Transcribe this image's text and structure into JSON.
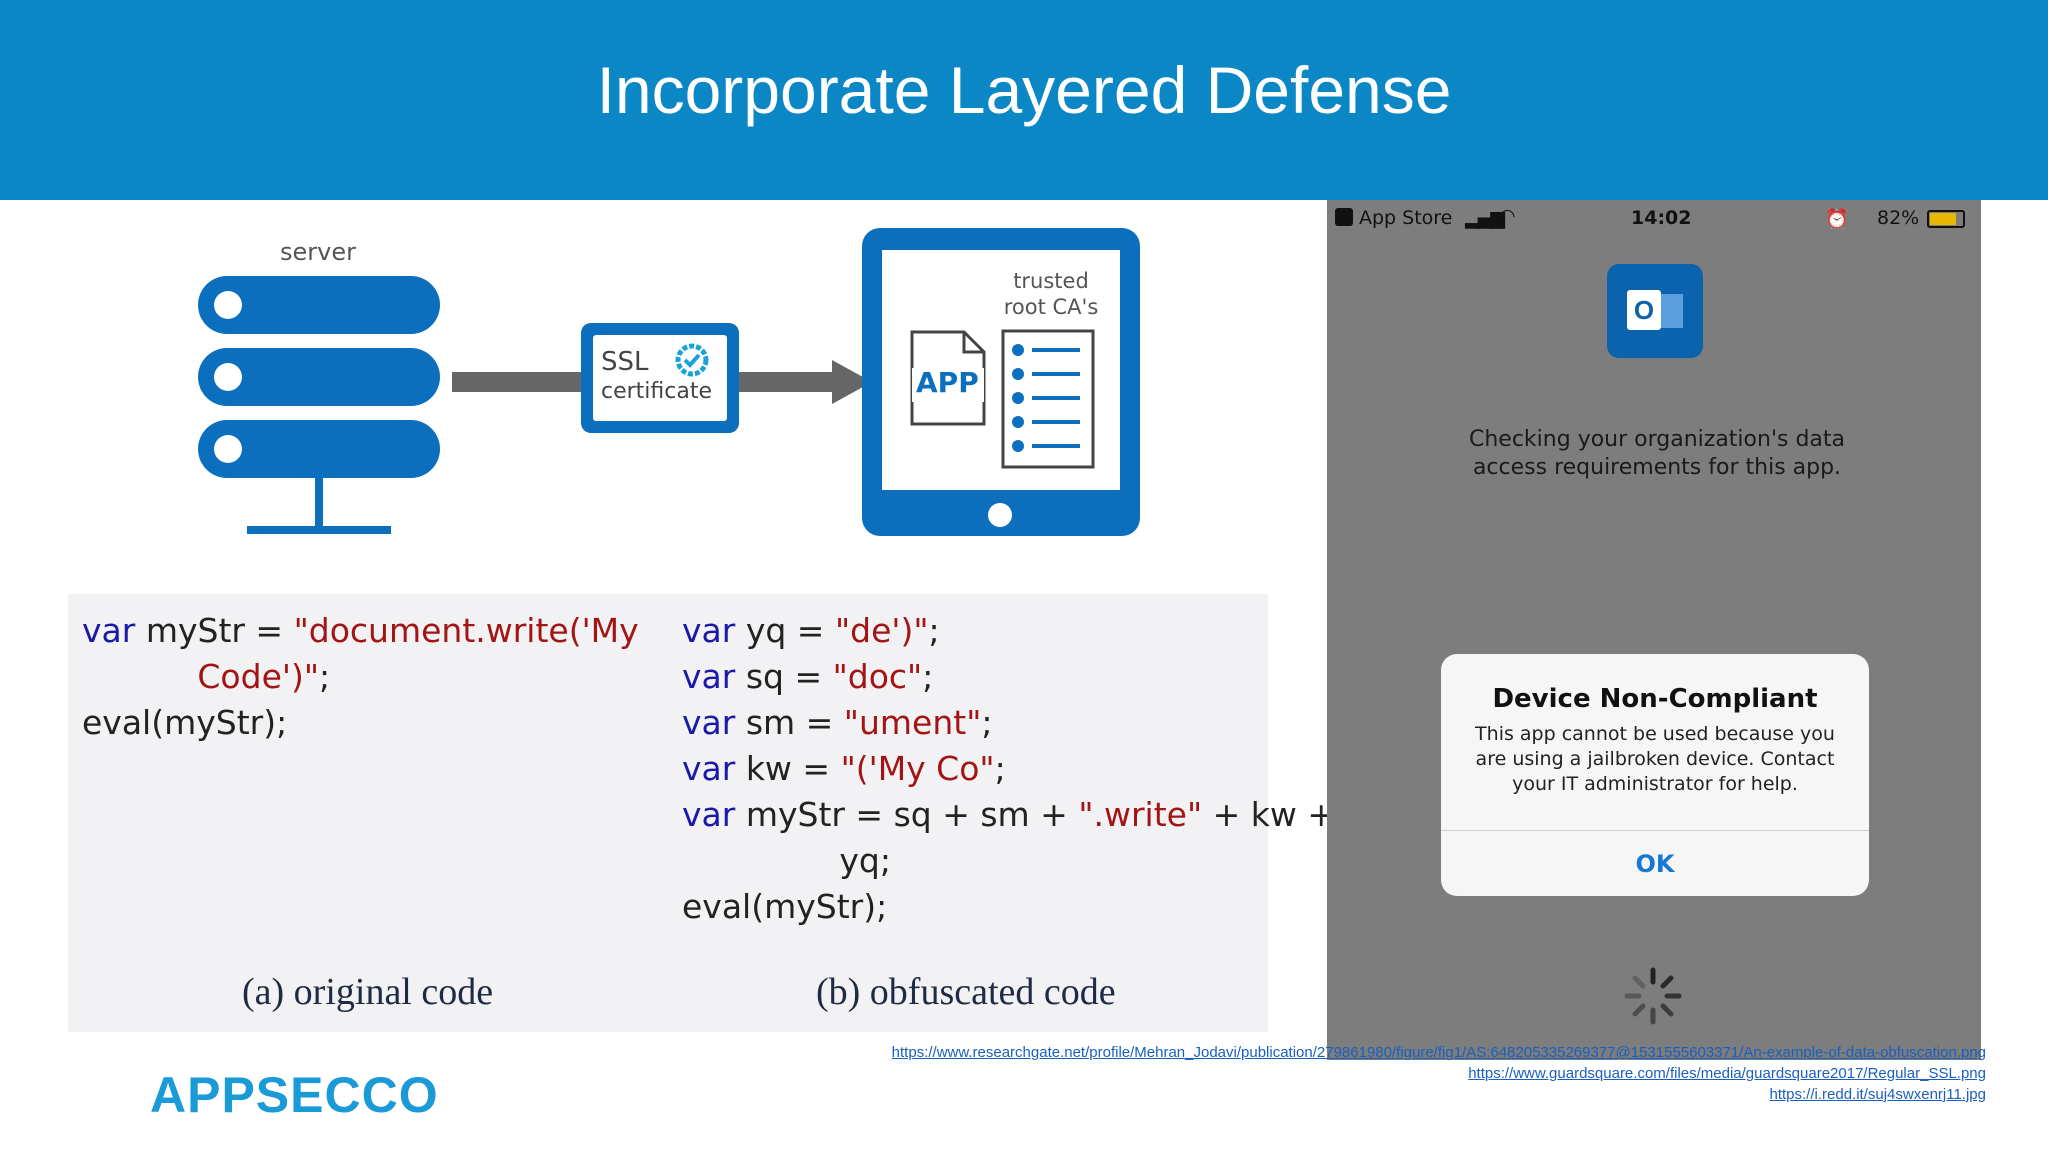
{
  "slide": {
    "title": "Incorporate Layered Defense",
    "header_color": "#0b87c6"
  },
  "diagram": {
    "server_label": "server",
    "ssl_label": "SSL",
    "certificate_label": "certificate",
    "app_label": "APP",
    "trusted_label_line1": "trusted",
    "trusted_label_line2": "root CA's",
    "accent_color": "#0b6fbd"
  },
  "code": {
    "original": [
      {
        "parts": [
          [
            "kw",
            "var"
          ],
          [
            "plain",
            " myStr = "
          ],
          [
            "str",
            "\"document.write('My"
          ]
        ]
      },
      {
        "parts": [
          [
            "plain",
            "           "
          ],
          [
            "str",
            "Code')\""
          ],
          [
            "plain",
            ";"
          ]
        ]
      },
      {
        "parts": [
          [
            "plain",
            "eval(myStr);"
          ]
        ]
      }
    ],
    "obfuscated": [
      {
        "parts": [
          [
            "kw",
            "var"
          ],
          [
            "plain",
            " yq = "
          ],
          [
            "str",
            "\"de')\""
          ],
          [
            "plain",
            ";"
          ]
        ]
      },
      {
        "parts": [
          [
            "kw",
            "var"
          ],
          [
            "plain",
            " sq = "
          ],
          [
            "str",
            "\"doc\""
          ],
          [
            "plain",
            ";"
          ]
        ]
      },
      {
        "parts": [
          [
            "kw",
            "var"
          ],
          [
            "plain",
            " sm = "
          ],
          [
            "str",
            "\"ument\""
          ],
          [
            "plain",
            ";"
          ]
        ]
      },
      {
        "parts": [
          [
            "kw",
            "var"
          ],
          [
            "plain",
            " kw = "
          ],
          [
            "str",
            "\"('My Co\""
          ],
          [
            "plain",
            ";"
          ]
        ]
      },
      {
        "parts": [
          [
            "kw",
            "var"
          ],
          [
            "plain",
            " myStr = sq + sm + "
          ],
          [
            "str",
            "\".write\""
          ],
          [
            "plain",
            " + kw +"
          ]
        ]
      },
      {
        "parts": [
          [
            "plain",
            "               yq;"
          ]
        ]
      },
      {
        "parts": [
          [
            "plain",
            "eval(myStr);"
          ]
        ]
      }
    ],
    "caption_a": "(a) original code",
    "caption_b": "(b) obfuscated code"
  },
  "phone": {
    "status": {
      "back_app": "App Store",
      "time": "14:02",
      "battery": "82%"
    },
    "checking_line1": "Checking your organization's data",
    "checking_line2": "access requirements for this app.",
    "outlook_letter": "O",
    "dialog": {
      "title": "Device Non-Compliant",
      "message": "This app cannot be used because you are using a jailbroken device. Contact your IT administrator for help.",
      "ok_label": "OK"
    }
  },
  "footer": {
    "logo": "APPSECCO",
    "links": [
      "https://www.researchgate.net/profile/Mehran_Jodavi/publication/279861980/figure/fig1/AS:648205335269377@1531555603371/An-example-of-data-obfuscation.png",
      "https://www.guardsquare.com/files/media/guardsquare2017/Regular_SSL.png",
      "https://i.redd.it/suj4swxenrj11.jpg"
    ]
  }
}
